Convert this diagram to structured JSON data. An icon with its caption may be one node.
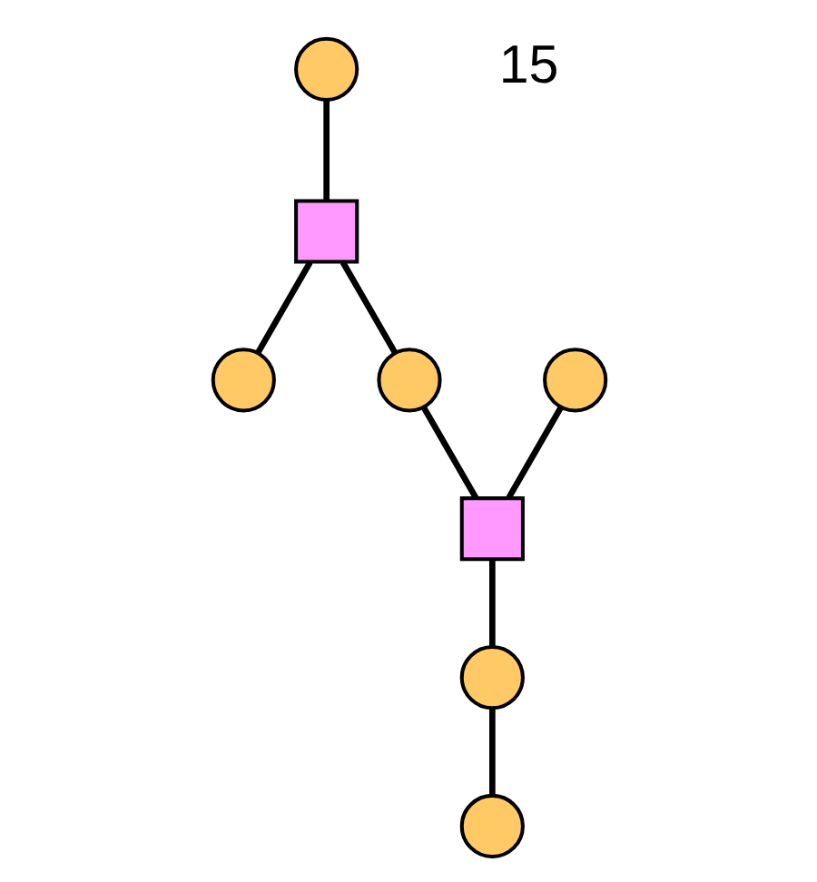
{
  "diagram": {
    "nodes": [
      {
        "text": [],
        "shape": "circle"
      },
      {
        "text": [],
        "shape": "box"
      },
      {
        "text": [],
        "shape": "circle"
      },
      {
        "text": [],
        "shape": "circle"
      },
      {
        "text": [],
        "shape": "box"
      },
      {
        "text": [],
        "shape": "circle"
      },
      {
        "text": [],
        "shape": "circle"
      },
      {
        "text": [],
        "shape": "circle"
      }
    ],
    "edges": [
      {
        "from": 0,
        "to": 1,
        "arrow": "none"
      },
      {
        "from": 1,
        "to": 2,
        "arrow": "none"
      },
      {
        "from": 1,
        "to": 3,
        "arrow": "none"
      },
      {
        "from": 3,
        "to": 4,
        "arrow": "none"
      },
      {
        "from": 5,
        "to": 4,
        "arrow": "none"
      },
      {
        "from": 4,
        "to": 6,
        "arrow": "none"
      },
      {
        "from": 6,
        "to": 7,
        "arrow": "none"
      }
    ],
    "labels": [
      "15"
    ]
  }
}
